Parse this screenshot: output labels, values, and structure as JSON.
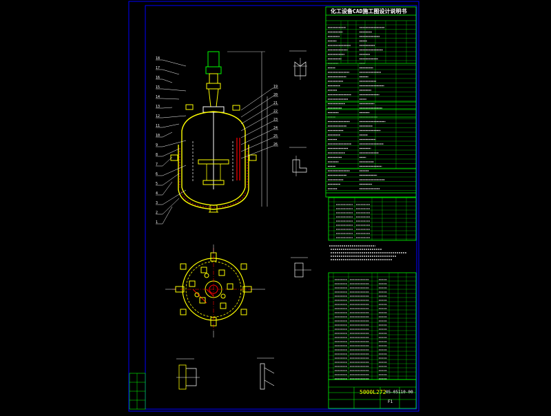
{
  "drawing": {
    "title_main": "化工设备CAD施工图设计说明书",
    "code_left": "5000L272",
    "code_right": "05-05110-00",
    "sheet_mark": "F1"
  },
  "colors": {
    "background": "#000000",
    "frame": "#0000ff",
    "line_green": "#00ff00",
    "line_yellow": "#ffff00",
    "line_white": "#ffffff",
    "line_red": "#ff0000",
    "line_cyan": "#00ffff",
    "line_magenta": "#ff00ff"
  },
  "callouts_left": [
    "1",
    "2",
    "3",
    "4",
    "5",
    "6",
    "7",
    "8",
    "9",
    "10",
    "11",
    "12",
    "13",
    "14",
    "15",
    "16",
    "17",
    "18"
  ],
  "callouts_right": [
    "19",
    "20",
    "21",
    "22",
    "23",
    "24",
    "25",
    "26"
  ],
  "bottom_labels": [
    "5000L272",
    "05-05110-00"
  ]
}
